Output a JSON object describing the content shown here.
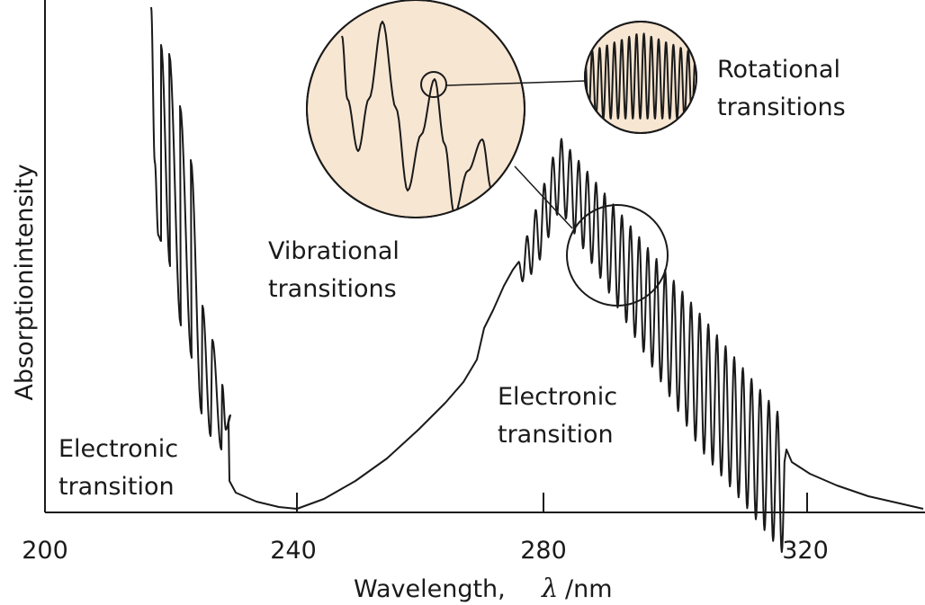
{
  "figure": {
    "x_axis": {
      "title": "Wavelength,",
      "symbol": "λ",
      "unit": "/nm",
      "ticks": [
        "200",
        "240",
        "280",
        "320"
      ]
    },
    "y_axis": {
      "title": "Absorptionintensity"
    },
    "labels": {
      "electronic_left": [
        "Electronic",
        "transition"
      ],
      "vibrational": [
        "Vibrational",
        "transitions"
      ],
      "electronic_right": [
        "Electronic",
        "transition"
      ],
      "rotational": [
        "Rotational",
        "transitions"
      ]
    },
    "colors": {
      "inset_fill": "#f7e6d2",
      "line": "#1a1a1a"
    }
  }
}
